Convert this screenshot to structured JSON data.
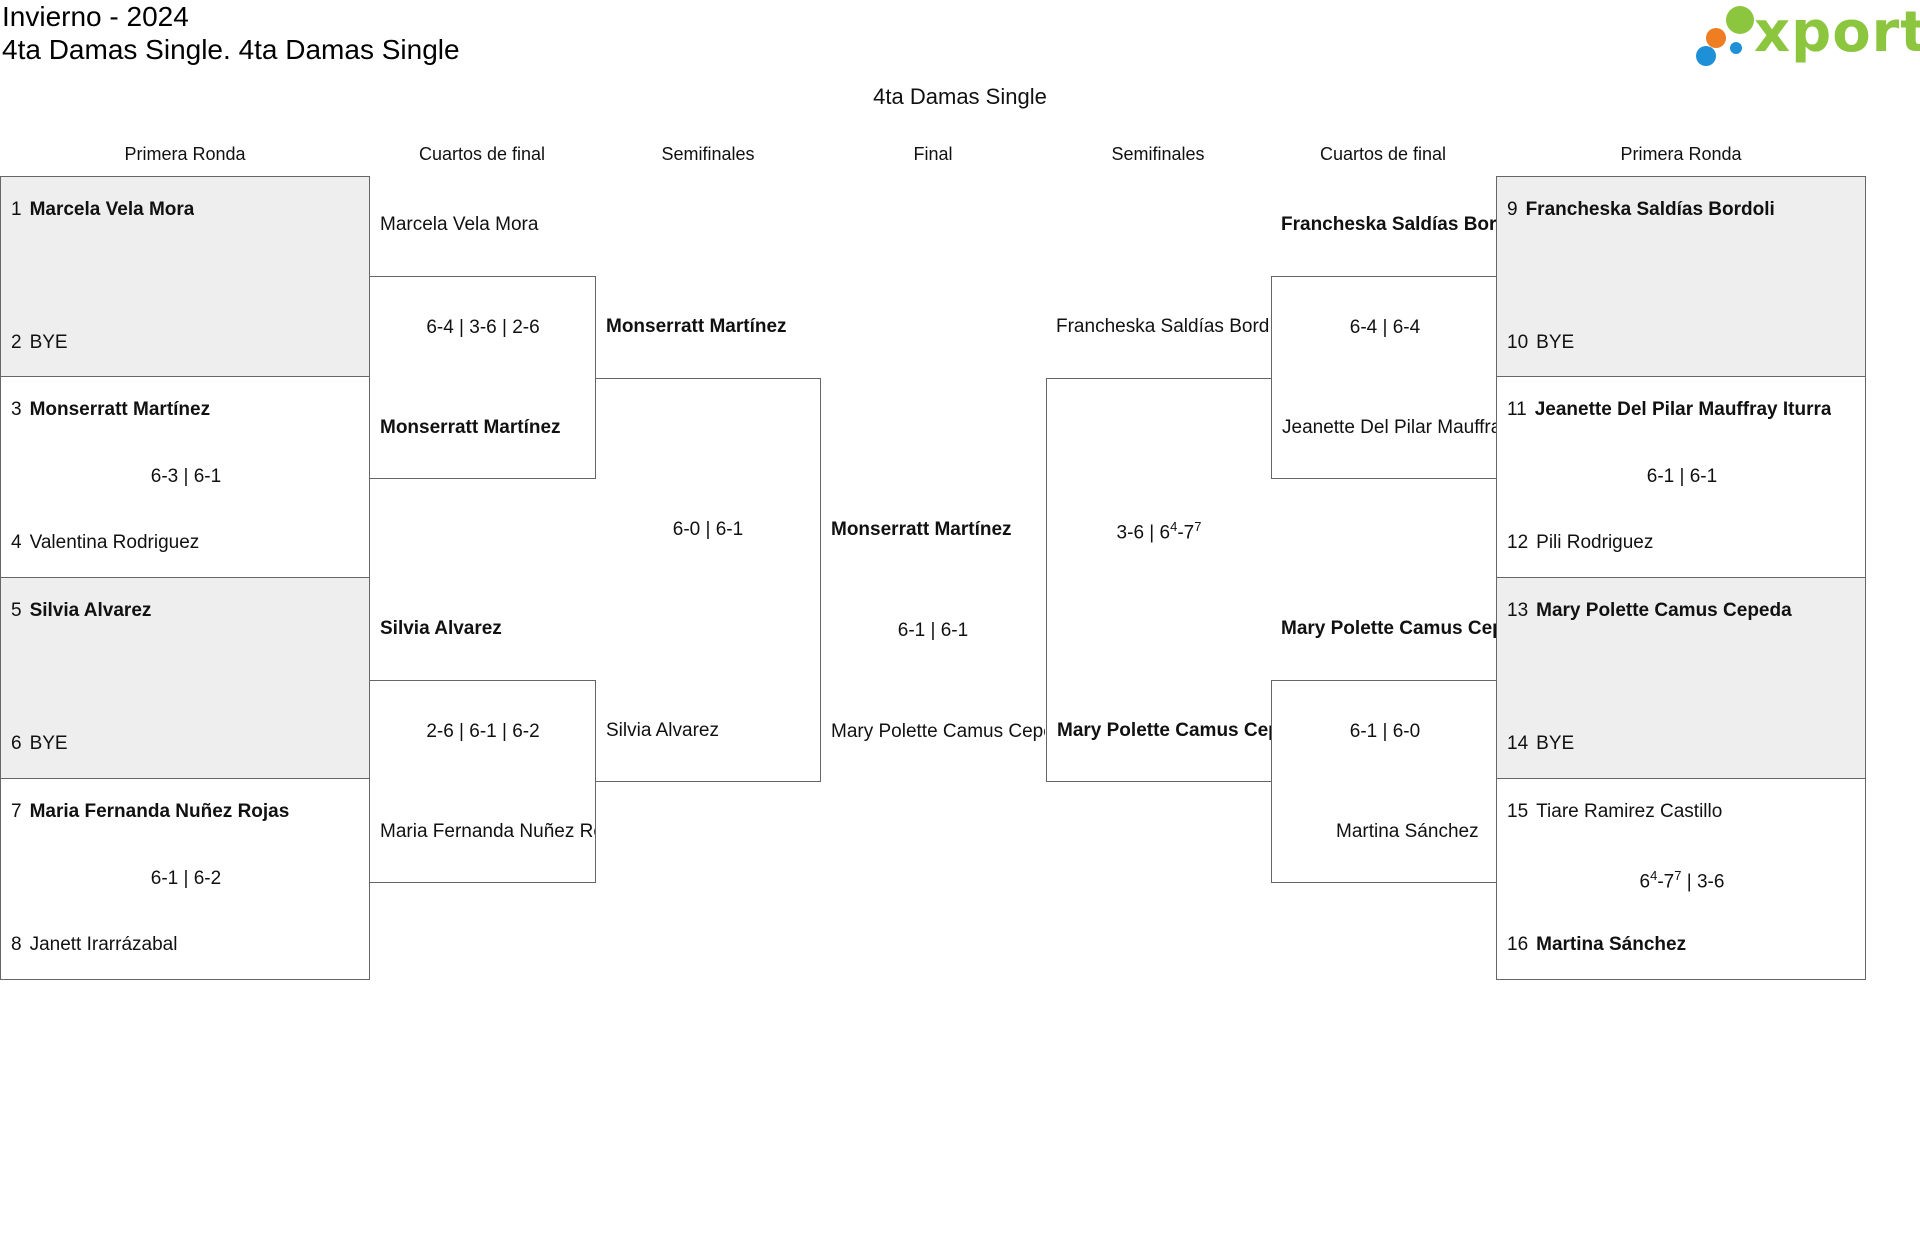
{
  "header": {
    "season": "Invierno - 2024",
    "category": "4ta Damas Single. 4ta Damas Single"
  },
  "logo": {
    "text": "xporty",
    "colors": {
      "green": "#8cc63f",
      "blue": "#1e90d8",
      "orange": "#ef7d22"
    }
  },
  "bracket_title": "4ta Damas Single",
  "rounds": {
    "left_r1": "Primera Ronda",
    "left_qf": "Cuartos de final",
    "left_sf": "Semifinales",
    "final": "Final",
    "right_sf": "Semifinales",
    "right_qf": "Cuartos de final",
    "right_r1": "Primera Ronda"
  },
  "first_round": [
    {
      "seed_a": "1",
      "player_a": "Marcela Vela Mora",
      "seed_b": "2",
      "player_b": "BYE",
      "score": ""
    },
    {
      "seed_a": "3",
      "player_a": "Monserratt Martínez",
      "seed_b": "4",
      "player_b": "Valentina Rodriguez",
      "score": "6-3 | 6-1"
    },
    {
      "seed_a": "5",
      "player_a": "Silvia Alvarez",
      "seed_b": "6",
      "player_b": "BYE",
      "score": ""
    },
    {
      "seed_a": "7",
      "player_a": "Maria Fernanda Nuñez Rojas",
      "seed_b": "8",
      "player_b": "Janett Irarrázabal",
      "score": "6-1 | 6-2"
    },
    {
      "seed_a": "9",
      "player_a": "Francheska Saldías Bordoli",
      "seed_b": "10",
      "player_b": "BYE",
      "score": ""
    },
    {
      "seed_a": "11",
      "player_a": "Jeanette Del Pilar Mauffray Iturra",
      "seed_b": "12",
      "player_b": "Pili Rodriguez",
      "score": "6-1 | 6-1"
    },
    {
      "seed_a": "13",
      "player_a": "Mary Polette Camus Cepeda",
      "seed_b": "14",
      "player_b": "BYE",
      "score": ""
    },
    {
      "seed_a": "15",
      "player_a": "Tiare Ramirez Castillo",
      "seed_b": "16",
      "player_b": "Martina Sánchez",
      "score_base": "6",
      "score_sup1": "4",
      "score_mid": "-7",
      "score_sup2": "7",
      "score_tail": " | 3-6"
    }
  ],
  "quarterfinals": [
    {
      "player_a": "Marcela Vela Mora",
      "player_b": "Monserratt Martínez",
      "score": "6-4 | 3-6 | 2-6"
    },
    {
      "player_a": "Silvia Alvarez",
      "player_b": "Maria Fernanda Nuñez Rojas",
      "score": "2-6 | 6-1 | 6-2"
    },
    {
      "player_a": "Francheska Saldías Bordoli",
      "player_b": "Jeanette Del Pilar Mauffray Iturra",
      "score": "6-4 | 6-4"
    },
    {
      "player_a": "Mary Polette Camus Cepeda",
      "player_b": "Martina Sánchez",
      "score": "6-1 | 6-0"
    }
  ],
  "semifinals": [
    {
      "player_a": "Monserratt Martínez",
      "player_b": "Silvia Alvarez",
      "score": "6-0 | 6-1"
    },
    {
      "player_a": "Francheska Saldías Bordoli",
      "player_b": "Mary Polette Camus Cepeda",
      "score_base": "3-6 | 6",
      "score_sup1": "4",
      "score_mid": "-7",
      "score_sup2": "7"
    }
  ],
  "final": {
    "player_a": "Monserratt Martínez",
    "player_b": "Mary Polette Camus Cepeda",
    "score": "6-1 | 6-1"
  }
}
